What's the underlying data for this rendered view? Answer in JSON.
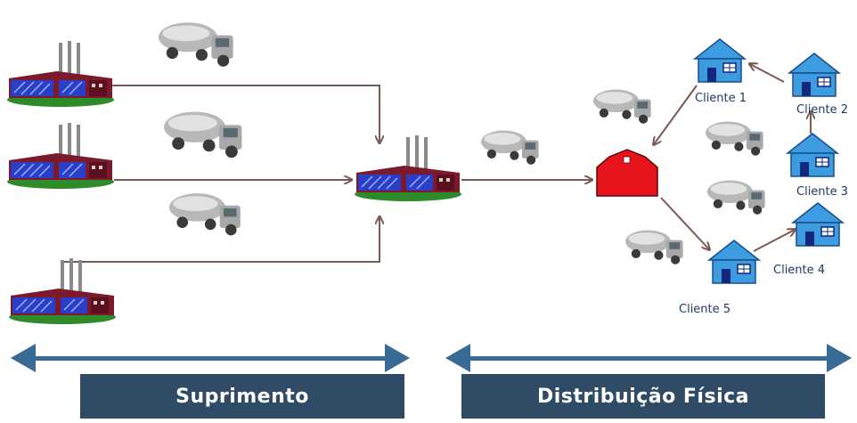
{
  "phases": {
    "supply": "Suprimento",
    "distribution": "Distribuição Física"
  },
  "clients": [
    {
      "name": "Cliente 1"
    },
    {
      "name": "Cliente 2"
    },
    {
      "name": "Cliente 3"
    },
    {
      "name": "Cliente 4"
    },
    {
      "name": "Cliente 5"
    }
  ],
  "colors": {
    "flow_arrow": "#7a5a52",
    "phase_arrow": "#3a6a96",
    "banner_bg": "#2f4b66",
    "warehouse": "#e8141b",
    "house": "#3d9be0",
    "client_text": "#1f3b63"
  },
  "icons": {
    "factory": "factory-icon",
    "truck": "tanker-truck-icon",
    "warehouse": "warehouse-icon",
    "house": "house-icon"
  }
}
